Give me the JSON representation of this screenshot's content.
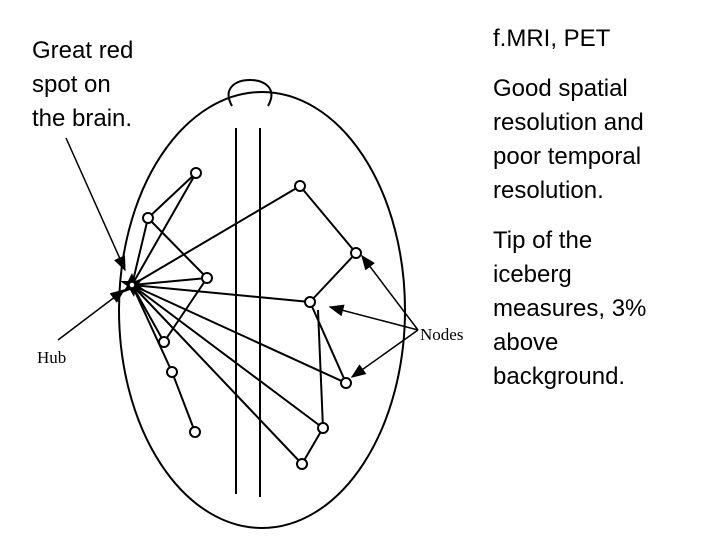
{
  "caption_left": [
    "Great red",
    "spot on",
    "the brain."
  ],
  "bullets": [
    {
      "lines": [
        "f.MRI, PET"
      ]
    },
    {
      "lines": [
        "Good spatial",
        "resolution and",
        "poor temporal",
        "resolution."
      ]
    },
    {
      "lines": [
        "Tip of the",
        "iceberg",
        "measures, 3%",
        "above",
        "background."
      ]
    }
  ],
  "diagram": {
    "hub_label": "Hub",
    "nodes_label": "Nodes",
    "line_color": "#000000"
  }
}
